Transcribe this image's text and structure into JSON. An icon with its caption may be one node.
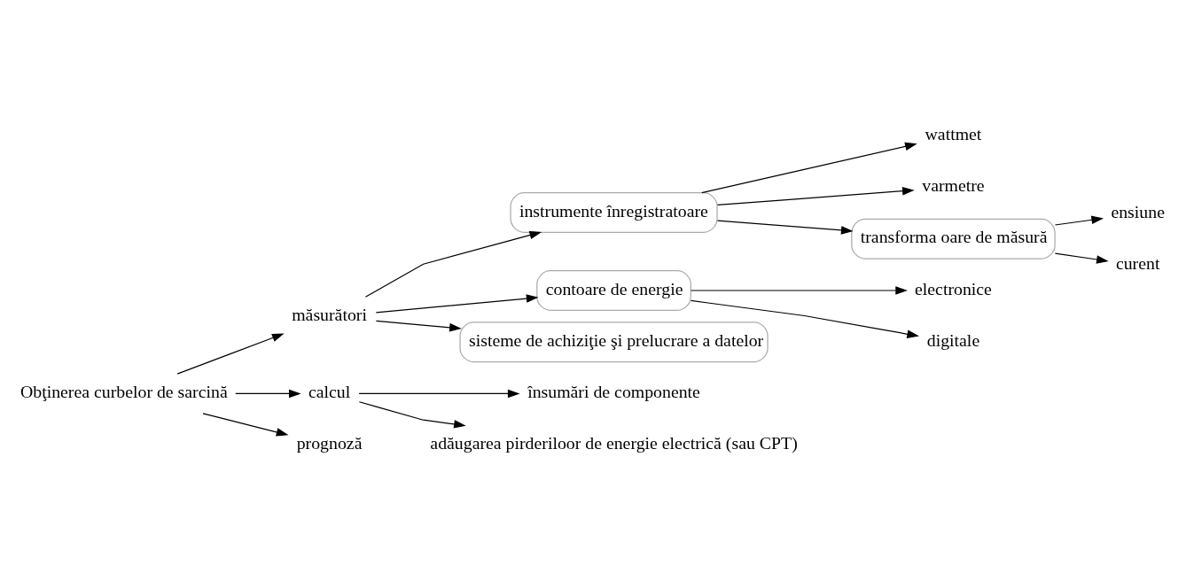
{
  "diagram": {
    "nodes": [
      {
        "text": [
          "Obţinerea curbelor de sarcină"
        ]
      },
      {
        "text": [
          "măsurători"
        ]
      },
      {
        "text": [
          "calcul"
        ]
      },
      {
        "text": [
          "prognoză"
        ]
      },
      {
        "text": [
          "instrumente înregistratoare"
        ]
      },
      {
        "text": [
          "contoare de energie"
        ]
      },
      {
        "text": [
          "sisteme de achiziţie şi prelucrare a datelor"
        ]
      },
      {
        "text": [
          "wattmet"
        ]
      },
      {
        "text": [
          "varmetre"
        ]
      },
      {
        "text": [
          "transforma oare de măsură"
        ]
      },
      {
        "text": [
          "ensiune"
        ]
      },
      {
        "text": [
          "curent"
        ]
      },
      {
        "text": [
          "electronice"
        ]
      },
      {
        "text": [
          "digitale"
        ]
      },
      {
        "text": [
          "însumări de componente"
        ]
      },
      {
        "text": [
          "adăugarea pirderiloor de energie electrică (sau CPT)"
        ]
      }
    ],
    "edges": [
      {
        "from": 0,
        "to": 1,
        "arrow": "to"
      },
      {
        "from": 0,
        "to": 2,
        "arrow": "to"
      },
      {
        "from": 0,
        "to": 3,
        "arrow": "to"
      },
      {
        "from": 1,
        "to": 4,
        "arrow": "to"
      },
      {
        "from": 1,
        "to": 5,
        "arrow": "to"
      },
      {
        "from": 1,
        "to": 6,
        "arrow": "to"
      },
      {
        "from": 4,
        "to": 7,
        "arrow": "to"
      },
      {
        "from": 4,
        "to": 8,
        "arrow": "to"
      },
      {
        "from": 4,
        "to": 9,
        "arrow": "to"
      },
      {
        "from": 9,
        "to": 10,
        "arrow": "to"
      },
      {
        "from": 9,
        "to": 11,
        "arrow": "to"
      },
      {
        "from": 5,
        "to": 12,
        "arrow": "to"
      },
      {
        "from": 5,
        "to": 13,
        "arrow": "to"
      },
      {
        "from": 2,
        "to": 14,
        "arrow": "to"
      },
      {
        "from": 2,
        "to": 15,
        "arrow": "to"
      }
    ]
  }
}
